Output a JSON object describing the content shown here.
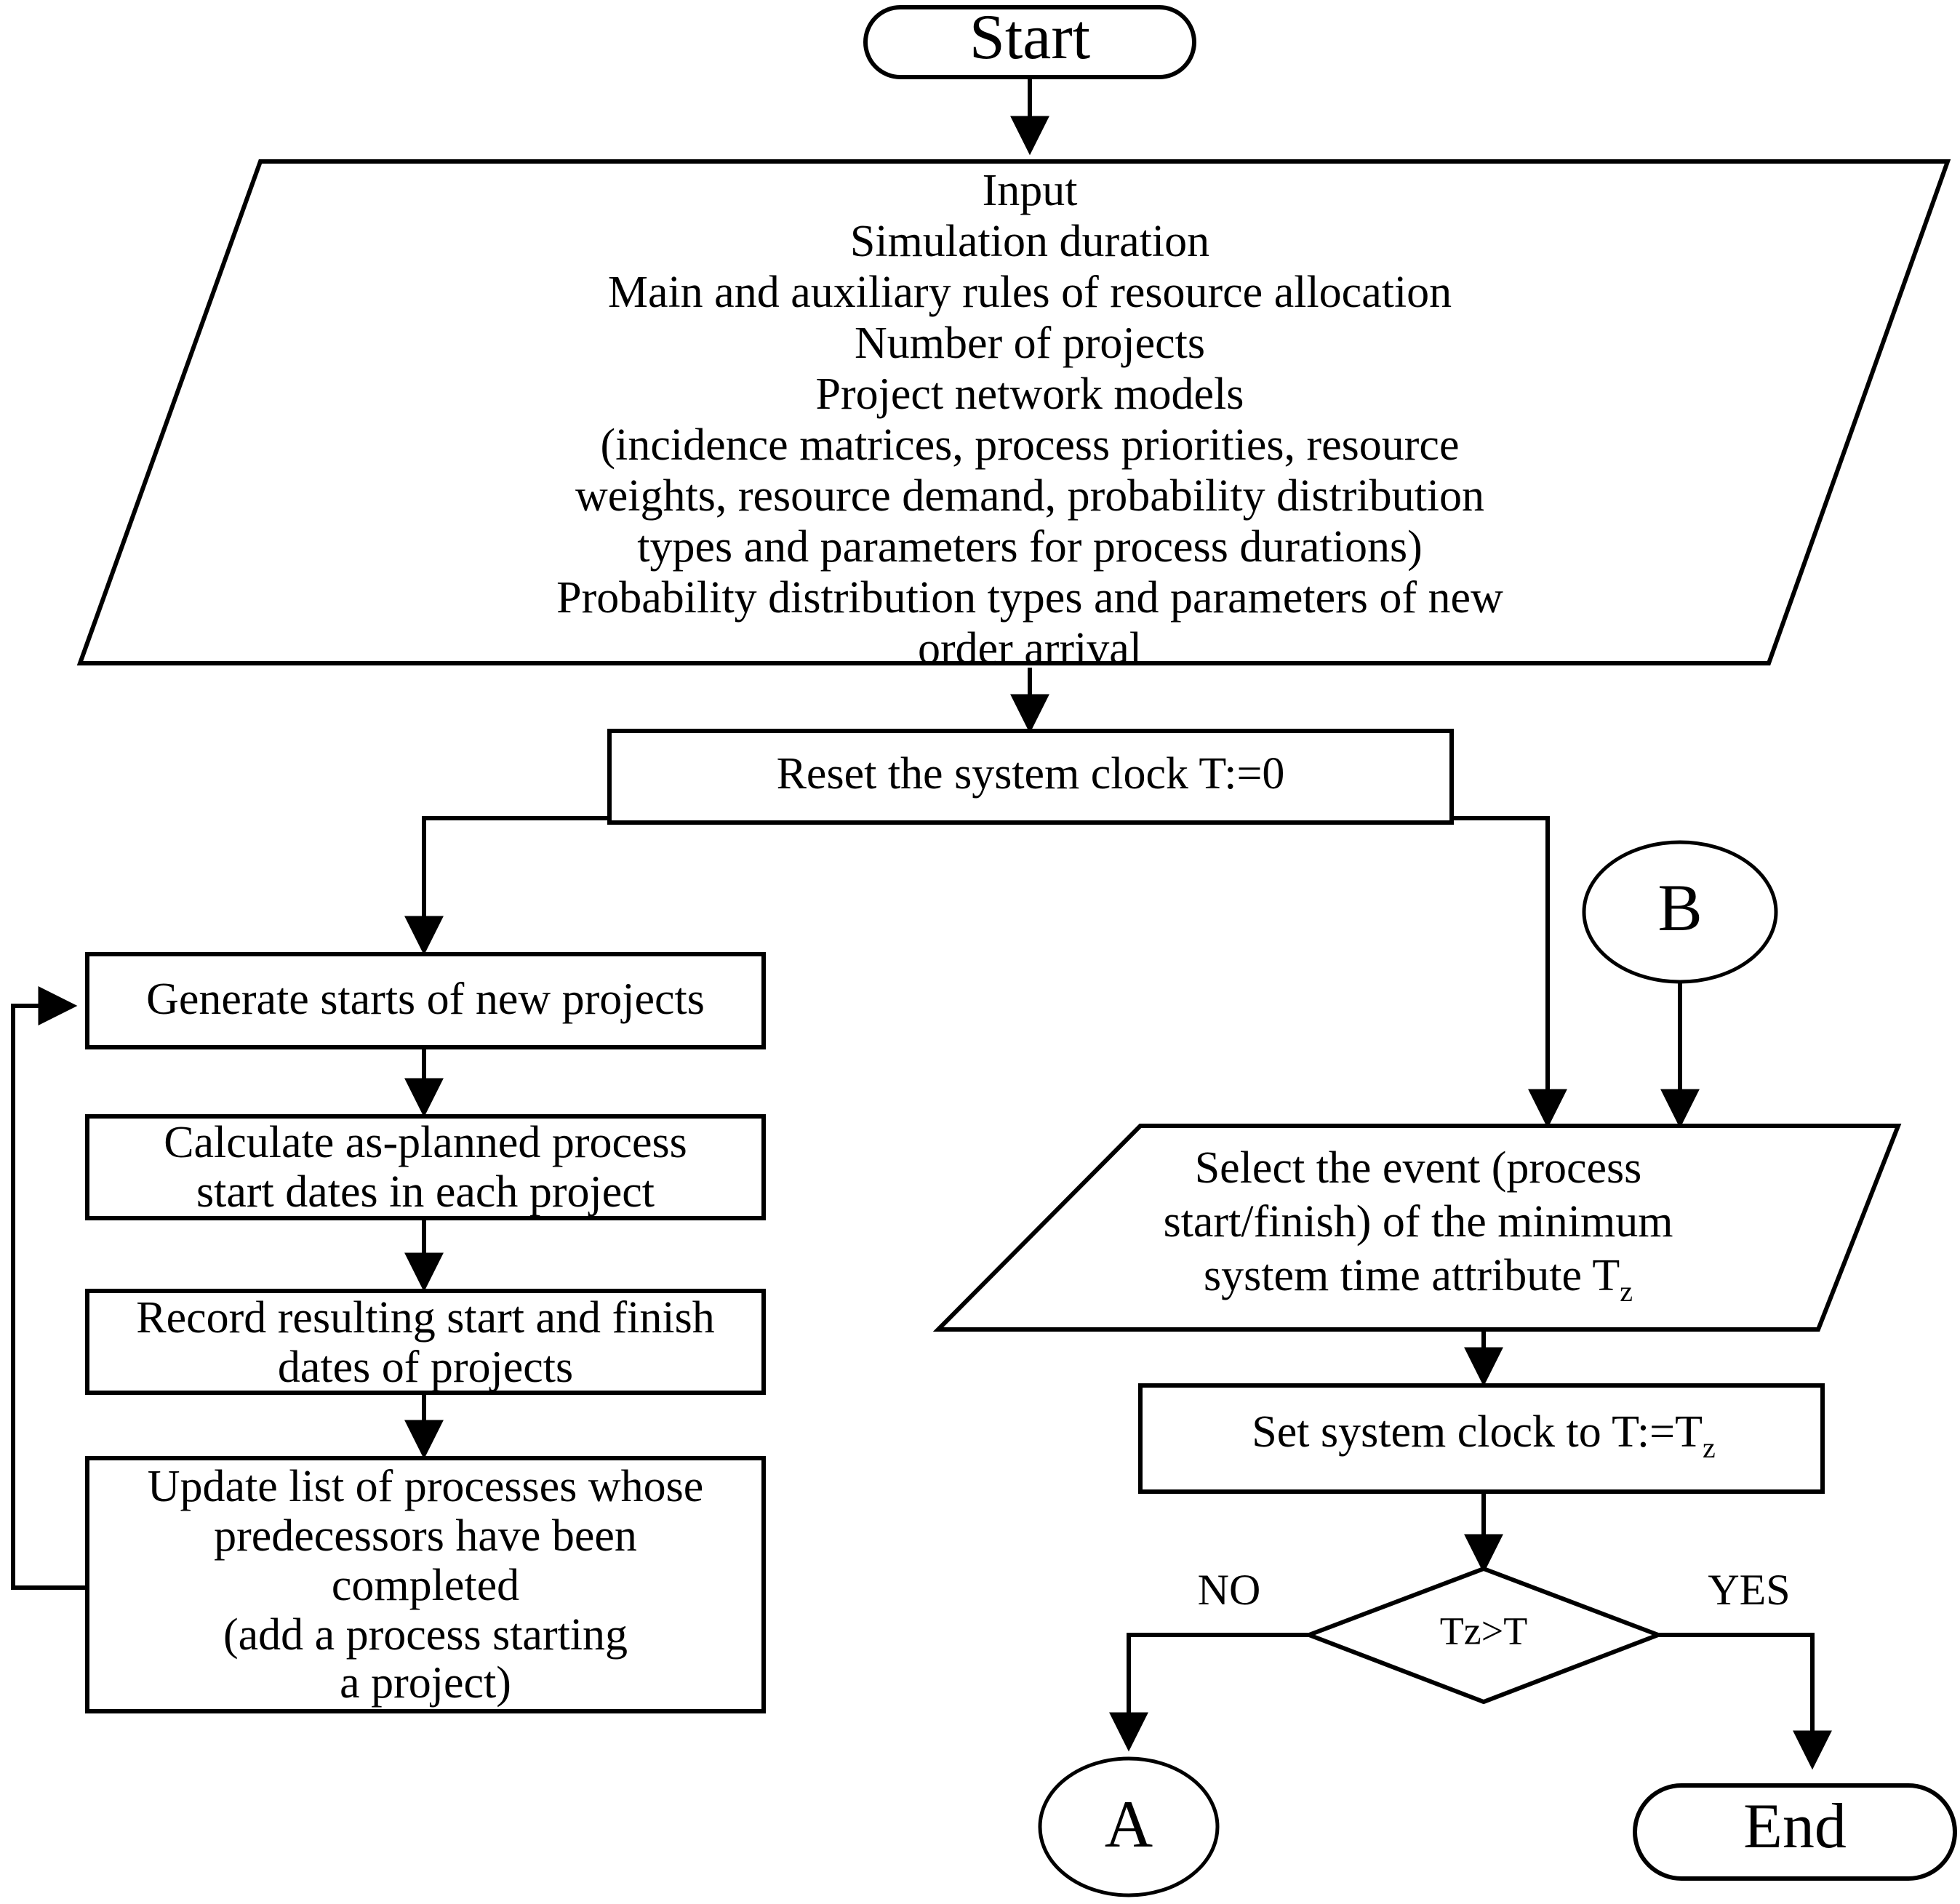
{
  "diagram": {
    "title": "Simulation algorithm flowchart",
    "colors": {
      "stroke": "#000000",
      "fill": "#ffffff",
      "text": "#000000"
    },
    "nodes": {
      "start": {
        "label": "Start",
        "shape": "terminator"
      },
      "input": {
        "shape": "parallelogram",
        "lines": [
          "Input",
          "Simulation duration",
          "Main and auxiliary rules of resource allocation",
          "Number of projects",
          "Project network models",
          "(incidence matrices, process priorities, resource",
          "weights, resource demand, probability distribution",
          "types and parameters for process durations)",
          "Probability distribution types and parameters of new",
          "order arrival"
        ]
      },
      "reset_clock": {
        "shape": "process",
        "lines": [
          "Reset the system clock T:=0"
        ]
      },
      "generate_starts": {
        "shape": "process",
        "lines": [
          "Generate starts of new projects"
        ]
      },
      "calculate_dates": {
        "shape": "process",
        "lines": [
          "Calculate as-planned process",
          "start dates in each project"
        ]
      },
      "record_dates": {
        "shape": "process",
        "lines": [
          "Record resulting start and finish",
          "dates of projects"
        ]
      },
      "update_list": {
        "shape": "process",
        "lines": [
          "Update list of processes whose",
          "predecessors have been",
          "completed",
          "(add a process starting",
          "a project)"
        ]
      },
      "connector_b": {
        "label": "B",
        "shape": "connector-circle"
      },
      "select_event": {
        "shape": "parallelogram",
        "lines": [
          "Select the event (process",
          "start/finish) of the minimum",
          "system time attribute T"
        ],
        "subscript": "z"
      },
      "set_clock": {
        "shape": "process",
        "prefix": "Set system clock to T:=T",
        "subscript": "z"
      },
      "decision": {
        "shape": "diamond",
        "label": "Tz>T"
      },
      "connector_a": {
        "label": "A",
        "shape": "connector-circle"
      },
      "end": {
        "label": "End",
        "shape": "terminator"
      }
    },
    "edge_labels": {
      "no": "NO",
      "yes": "YES"
    }
  }
}
